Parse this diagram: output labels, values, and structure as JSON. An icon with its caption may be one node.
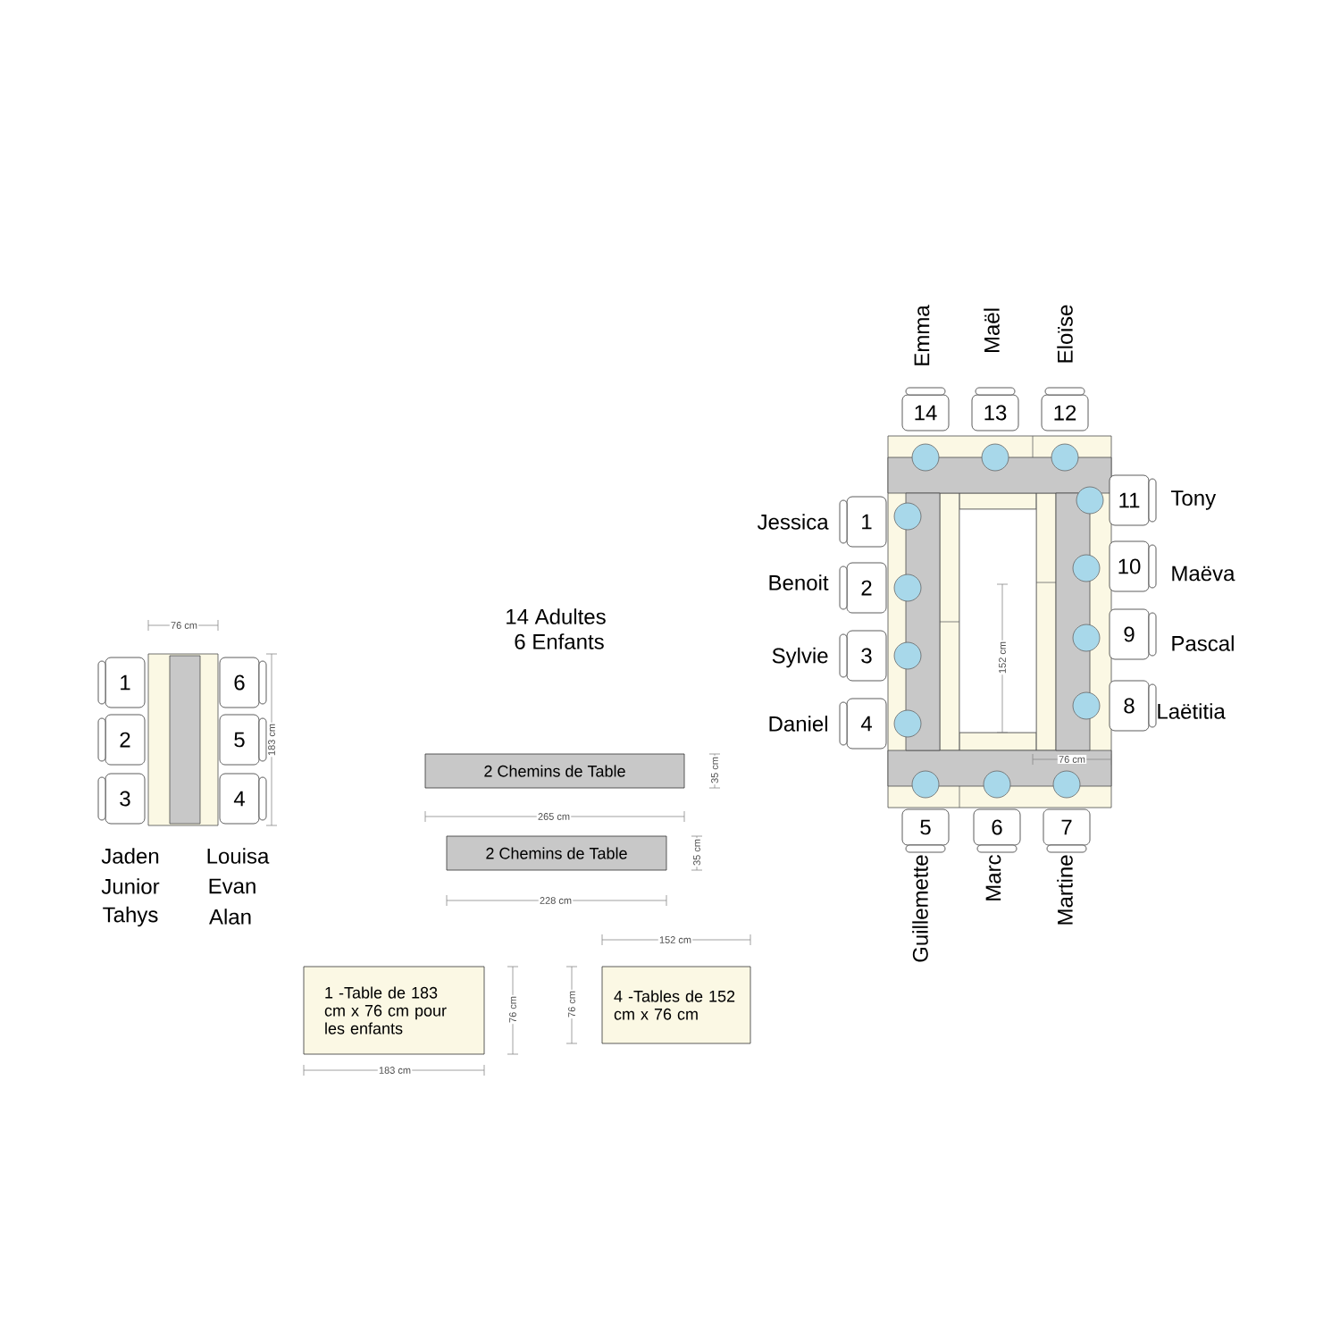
{
  "diagram": {
    "nodes": [
      {
        "text": [
          "1"
        ]
      },
      {
        "text": [
          "2"
        ]
      },
      {
        "text": [
          "3"
        ]
      },
      {
        "text": [
          "6"
        ]
      },
      {
        "text": [
          "5"
        ]
      },
      {
        "text": [
          "4"
        ]
      },
      {
        "text": [
          "14"
        ],
        "beside": [
          "Emma"
        ]
      },
      {
        "text": [
          "13"
        ],
        "beside": [
          "Maël"
        ]
      },
      {
        "text": [
          "12"
        ],
        "beside": [
          "Eloïse"
        ]
      },
      {
        "text": [
          "1"
        ],
        "beside": [
          "Jessica"
        ]
      },
      {
        "text": [
          "2"
        ],
        "beside": [
          "Benoit"
        ]
      },
      {
        "text": [
          "3"
        ],
        "beside": [
          "Sylvie"
        ]
      },
      {
        "text": [
          "4"
        ],
        "beside": [
          "Daniel"
        ]
      },
      {
        "text": [
          "11"
        ],
        "beside": [
          "Tony"
        ]
      },
      {
        "text": [
          "10"
        ],
        "beside": [
          "Maëva"
        ]
      },
      {
        "text": [
          "9"
        ],
        "beside": [
          "Pascal"
        ]
      },
      {
        "text": [
          "8"
        ],
        "beside": [
          "Laëtitia"
        ]
      },
      {
        "text": [
          "5"
        ],
        "beside": [
          "Guillemette"
        ]
      },
      {
        "text": [
          "6"
        ],
        "beside": [
          "Marc"
        ]
      },
      {
        "text": [
          "7"
        ],
        "beside": [
          "Martine"
        ]
      },
      {
        "text": [
          "2 Chemins de Table"
        ]
      },
      {
        "text": [
          "2 Chemins de Table"
        ]
      },
      {
        "text": [
          "1 -Table de 183 cm x 76 cm pour les enfants"
        ]
      },
      {
        "text": [
          "4 -Tables de 152 cm x 76 cm"
        ]
      }
    ],
    "labels": [
      "76 cm",
      "14 Adultes",
      "6 Enfants",
      "183 cm",
      "35 cm",
      "265 cm",
      "35 cm",
      "228 cm",
      "Jaden",
      "Louisa",
      "Junior",
      "Evan",
      "Tahys",
      "Alan",
      "152 cm",
      "76 cm",
      "76 cm",
      "183 cm",
      "152 cm",
      "76 cm"
    ]
  }
}
